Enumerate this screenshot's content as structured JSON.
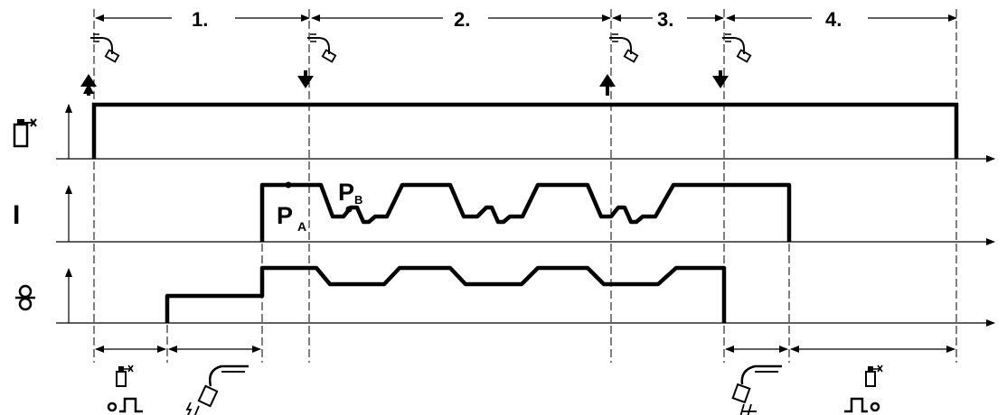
{
  "phases": [
    {
      "label": "1."
    },
    {
      "label": "2."
    },
    {
      "label": "3."
    },
    {
      "label": "4."
    }
  ],
  "rows": [
    {
      "symbol_icon": "gas-cylinder-icon"
    },
    {
      "symbol": "I"
    },
    {
      "symbol_icon": "wire-feed-icon"
    }
  ],
  "points": {
    "pa_letter": "P",
    "pa_sub": "A",
    "pb_letter": "P",
    "pb_sub": "B"
  },
  "triggers": [
    "press",
    "release",
    "press",
    "release"
  ],
  "bottom_icons": [
    "gas-pre-flow-icon",
    "ignition-torch-icon",
    "crater-fill-torch-icon",
    "gas-post-flow-icon"
  ],
  "colors": {
    "line": "#000000",
    "background": "#ffffff"
  }
}
